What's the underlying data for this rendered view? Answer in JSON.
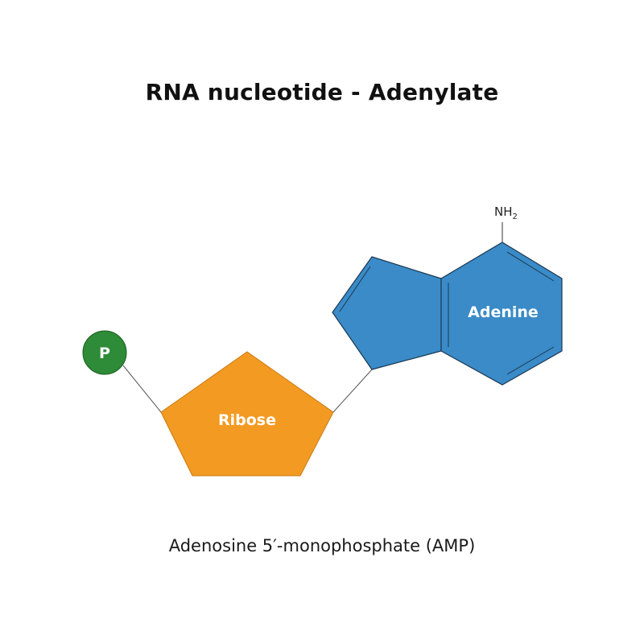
{
  "title": "RNA nucleotide - Adenylate",
  "caption": "Adenosine 5′-monophosphate (AMP)",
  "labels": {
    "phosphate": "P",
    "ribose": "Ribose",
    "adenine": "Adenine",
    "amine_main": "NH",
    "amine_sub": "2"
  },
  "colors": {
    "phosphate": "#2e8b37",
    "ribose": "#f39a22",
    "adenine": "#3a8bc7",
    "outline": "#1d3a55",
    "bond": "#555555"
  }
}
